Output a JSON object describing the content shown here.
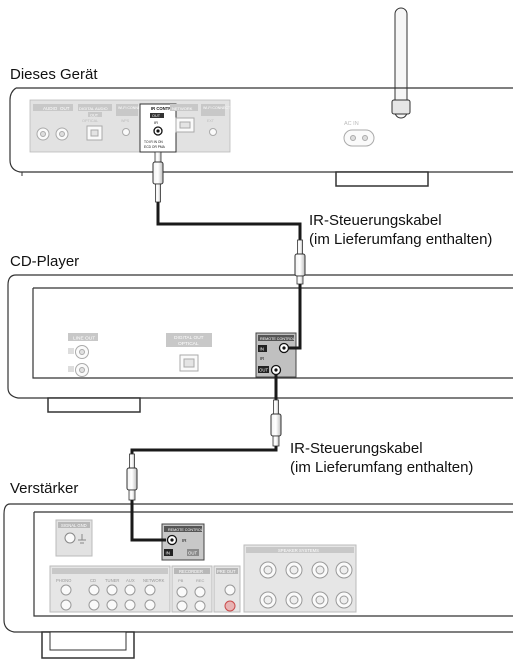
{
  "labels": {
    "device": "Dieses Gerät",
    "cd_player": "CD-Player",
    "amplifier": "Verstärker",
    "cable1_line1": "IR-Steuerungskabel",
    "cable1_line2": "(im Lieferumfang enthalten)",
    "cable2_line1": "IR-Steuerungskabel",
    "cable2_line2": "(im Lieferumfang enthalten)"
  },
  "device_panel": {
    "audio": "AUDIO",
    "audio_tag": "OUT",
    "digital_audio": "DIGITAL AUDIO",
    "digital_tag": "OUT",
    "optical": "OPTICAL",
    "wifi_connect": "Wi-Fi CONNECT",
    "wps": "WPS",
    "ir_control": "IR CONTROL",
    "ir_control_tag": "OUT",
    "ir": "IR",
    "to_ir_in": "TO IR IN ON",
    "ecd_pma": "ECD OR PMA",
    "network": "NETWORK",
    "wifi_connect2": "Wi-Fi CONNECT",
    "ext": "EXT",
    "ac_in": "AC IN"
  },
  "cd_panel": {
    "line_out": "LINE OUT",
    "digital_out": "DIGITAL OUT",
    "optical": "OPTICAL",
    "remote_control": "REMOTE CONTROL",
    "in": "IN",
    "ir": "IR",
    "out": "OUT"
  },
  "amp_panel": {
    "signal_gnd": "SIGNAL GND",
    "remote_control": "REMOTE CONTROL",
    "ir": "IR",
    "in": "IN",
    "out": "OUT",
    "recorder": "RECORDER",
    "pre_out": "PRE OUT",
    "speaker_systems": "SPEAKER SYSTEMS",
    "phono": "PHONO",
    "cd": "CD",
    "tuner": "TUNER",
    "aux": "AUX",
    "network": "NETWORK",
    "pb": "PB",
    "rec": "REC"
  },
  "colors": {
    "cable": "#1a1a1a",
    "panel_fill": "#d9d9d9",
    "panel_dark": "#7d7d7d",
    "label_fill": "#c4c4c4",
    "device_line": "#333333",
    "pre_out_accent": "#c94b4b"
  }
}
